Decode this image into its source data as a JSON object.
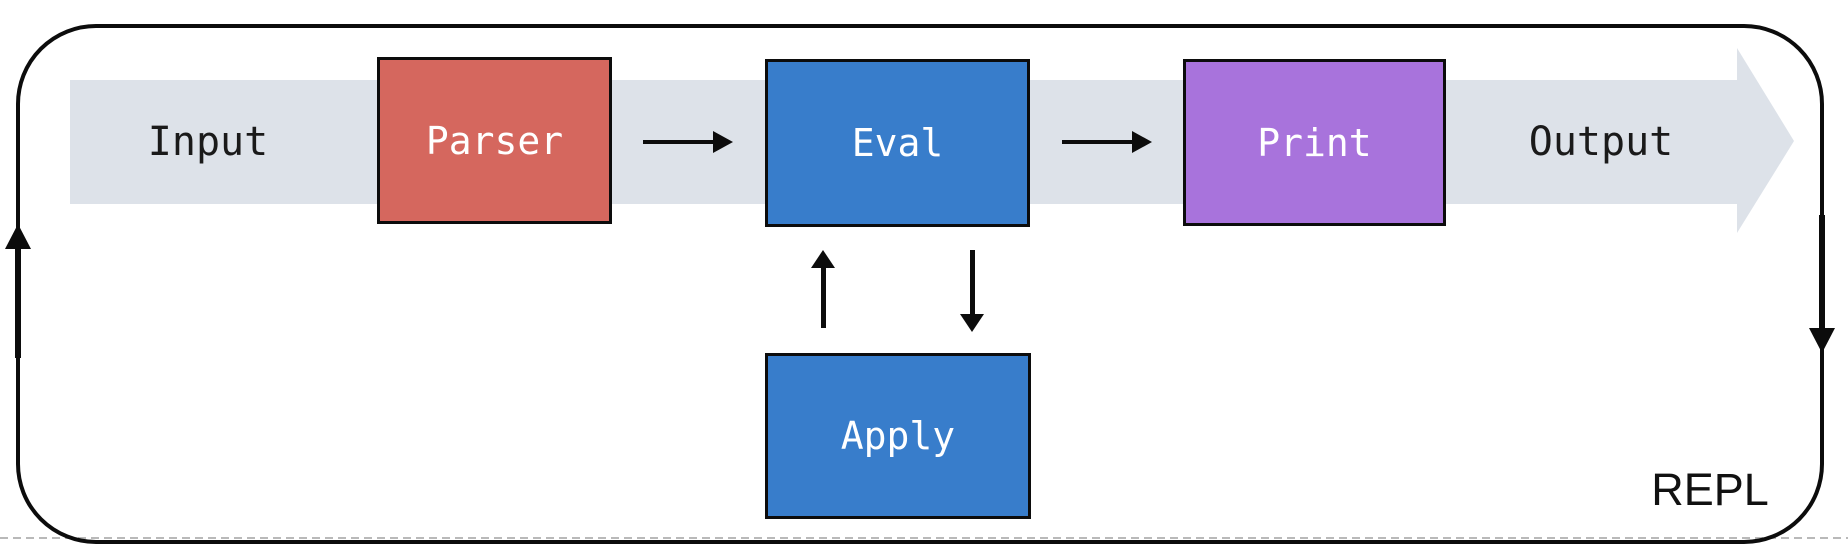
{
  "diagram": {
    "loop_label": "REPL",
    "flow": {
      "input_label": "Input",
      "output_label": "Output"
    },
    "boxes": {
      "parser": {
        "label": "Parser",
        "color": "#d5675e"
      },
      "eval": {
        "label": "Eval",
        "color": "#387dcb"
      },
      "print": {
        "label": "Print",
        "color": "#a873dc"
      },
      "apply": {
        "label": "Apply",
        "color": "#387dcb"
      }
    },
    "colors": {
      "flow_band": "#dde2e9",
      "loop_line": "#0c0c0c",
      "box_border": "#0c0c0c",
      "box_text": "#ffffff",
      "band_text": "#1a1a1a",
      "dashed_edge": "#b9b9b9",
      "background": "#ffffff"
    }
  }
}
